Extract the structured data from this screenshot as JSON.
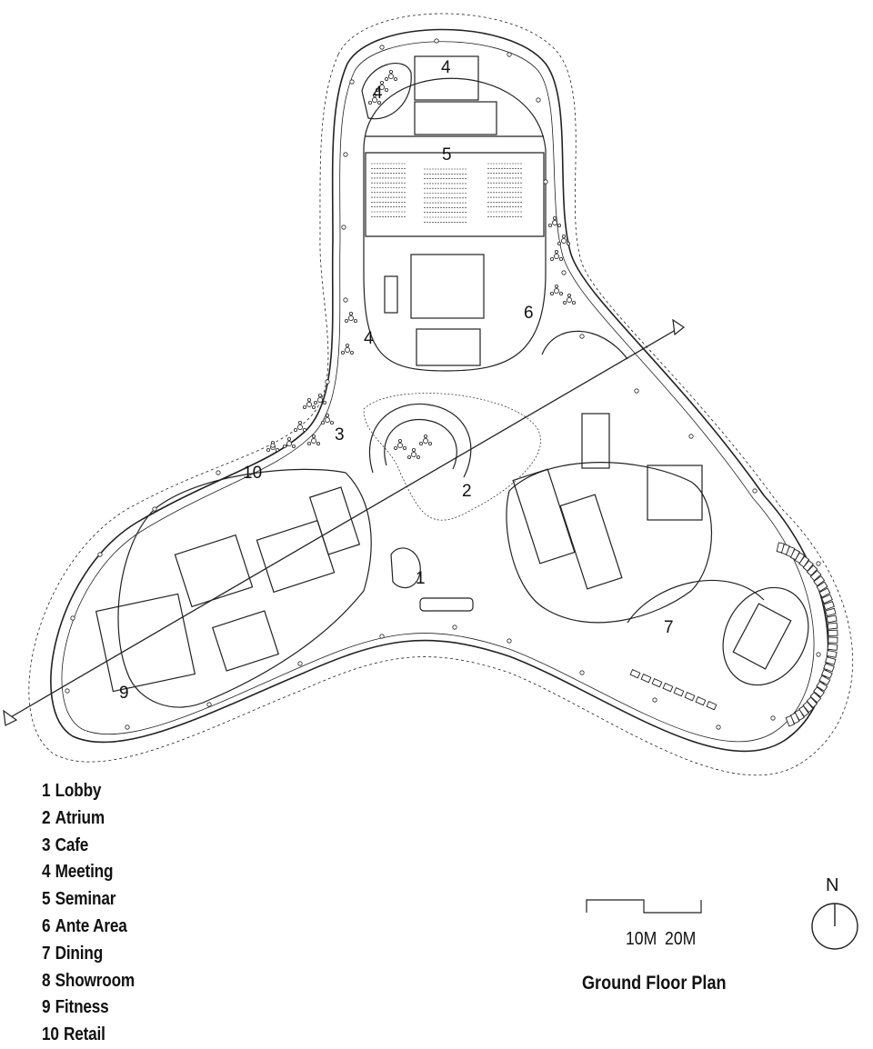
{
  "room_labels": {
    "lobby": "1",
    "atrium": "2",
    "cafe": "3",
    "meeting_top_right": "4",
    "meeting_top_left": "4",
    "meeting_left": "4",
    "seminar": "5",
    "ante_area": "6",
    "dining": "7",
    "fitness": "9",
    "retail": "10"
  },
  "legend": [
    {
      "num": "1",
      "name": "Lobby"
    },
    {
      "num": "2",
      "name": "Atrium"
    },
    {
      "num": "3",
      "name": "Cafe"
    },
    {
      "num": "4",
      "name": "Meeting"
    },
    {
      "num": "5",
      "name": "Seminar"
    },
    {
      "num": "6",
      "name": "Ante Area"
    },
    {
      "num": "7",
      "name": "Dining"
    },
    {
      "num": "8",
      "name": "Showroom"
    },
    {
      "num": "9",
      "name": "Fitness"
    },
    {
      "num": "10",
      "name": "Retail"
    }
  ],
  "scale_bar": {
    "label_10": "10M",
    "label_20": "20M"
  },
  "north_arrow": {
    "letter": "N"
  },
  "title": "Ground Floor Plan",
  "colors": {
    "line": "#222222",
    "fill": "#ffffff"
  }
}
